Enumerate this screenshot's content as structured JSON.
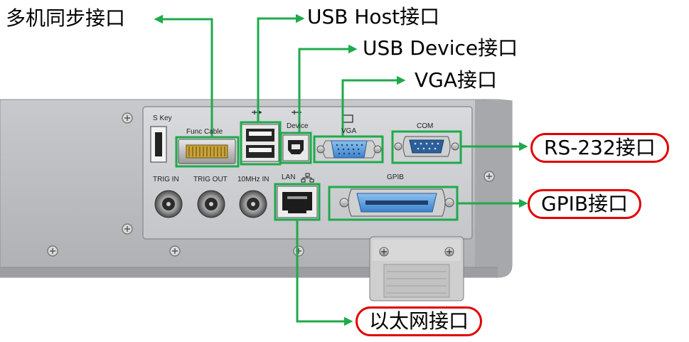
{
  "callouts": {
    "sync": "多机同步接口",
    "usb_host": "USB Host接口",
    "usb_device": "USB Device接口",
    "vga": "VGA接口",
    "rs232": "RS-232接口",
    "gpib": "GPIB接口",
    "lan": "以太网接口"
  },
  "panel_labels": {
    "s_key": "S Key",
    "func_cable": "Func Cable",
    "device": "Device",
    "vga": "VGA",
    "com": "COM",
    "gpib": "GPIB",
    "trig_in": "TRIG IN",
    "trig_out": "TRIG OUT",
    "ref_in": "10MHz IN",
    "lan": "LAN"
  },
  "colors": {
    "arrow": "#1faa4b",
    "highlight_box": "#e00000",
    "panel": "#b9bbbe"
  }
}
